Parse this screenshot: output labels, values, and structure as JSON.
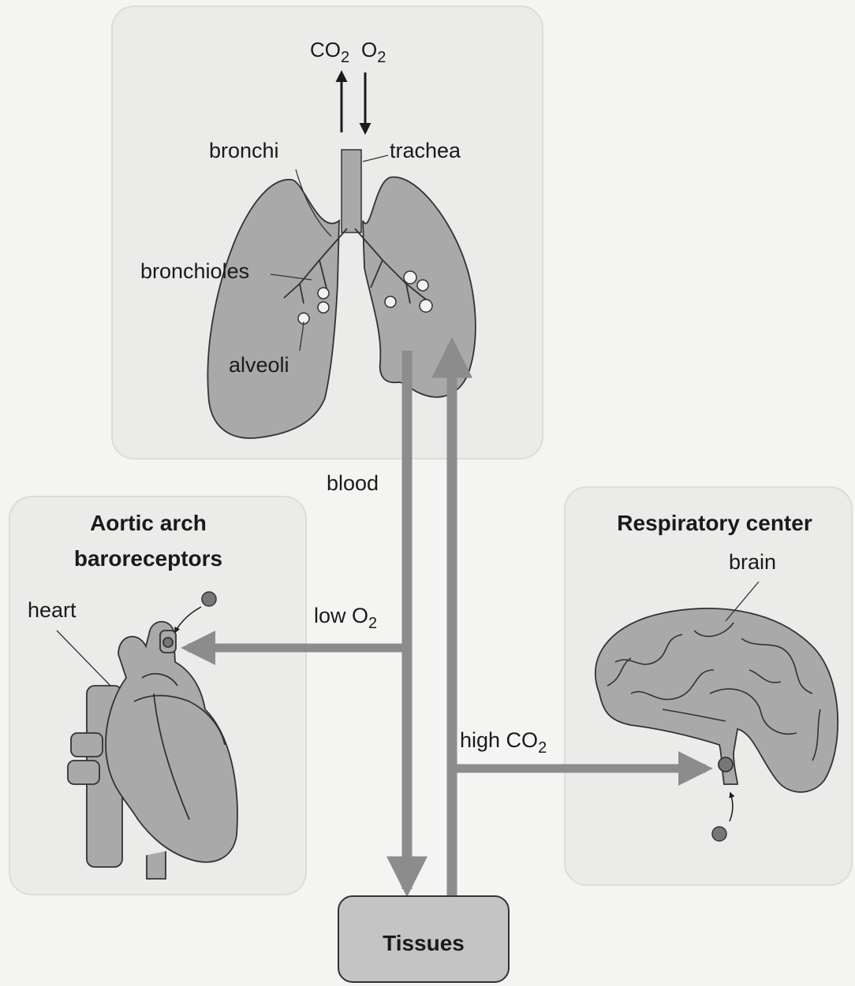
{
  "panels": {
    "lungs": {
      "labels": {
        "co2_main": "CO",
        "co2_sub": "2",
        "o2_main": "O",
        "o2_sub": "2",
        "bronchi": "bronchi",
        "trachea": "trachea",
        "bronchioles": "bronchioles",
        "alveoli": "alveoli"
      }
    },
    "aortic": {
      "title_line1": "Aortic arch",
      "title_line2": "baroreceptors",
      "heart_label": "heart"
    },
    "respiratory": {
      "title": "Respiratory  center",
      "brain_label": "brain"
    },
    "tissues": {
      "label": "Tissues"
    }
  },
  "flow_labels": {
    "blood": "blood",
    "low_o2_main": "low O",
    "low_o2_sub": "2",
    "high_co2_main": "high CO",
    "high_co2_sub": "2"
  },
  "colors": {
    "panel_bg": "#ebebea",
    "panel_border": "#d9d9d6",
    "organ_fill": "#a9a9a9",
    "organ_stroke": "#333333",
    "arrow": "#8c8c8c",
    "receptor_dot": "#777777",
    "tissues_fill": "#c4c4c4"
  }
}
